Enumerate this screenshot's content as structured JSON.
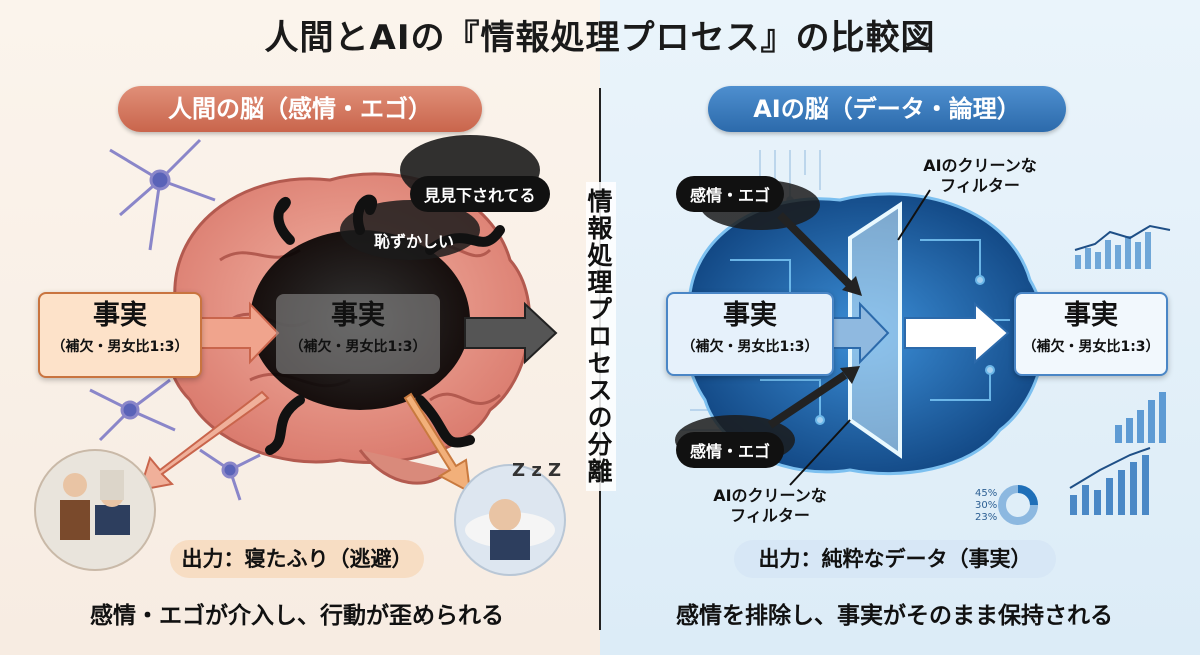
{
  "title": "人間とAIの『情報処理プロセス』の比較図",
  "left_panel": {
    "header": "人間の脳（感情・エゴ）",
    "fact_title": "事実",
    "fact_detail": "（補欠・男女比1:3）",
    "fact_title_inner": "事実",
    "fact_detail_inner": "（補欠・男女比1:3）",
    "thought_1": "見見下されてる",
    "thought_2": "恥ずかしい",
    "output": "出力：寝たふり（逃避）",
    "caption": "感情・エゴが介入し、行動が歪められる"
  },
  "center_label": "情報処理プロセスの分離",
  "right_panel": {
    "header": "AIの脳（データ・論理）",
    "emotion_top": "感情・エゴ",
    "emotion_bottom": "感情・エゴ",
    "filter_label_top_line1": "AIのクリーンな",
    "filter_label_top_line2": "フィルター",
    "filter_label_bottom_line1": "AIのクリーンな",
    "filter_label_bottom_line2": "フィルター",
    "fact_title": "事実",
    "fact_detail": "（補欠・男女比1:3）",
    "fact_out_title": "事実",
    "fact_out_detail": "（補欠・男女比1:3）",
    "output": "出力：純粋なデータ（事実）",
    "caption": "感情を排除し、事実がそのまま保持される",
    "mini_stats": [
      "45%",
      "30%",
      "23%"
    ]
  },
  "sleep_text": "Z z Z",
  "colors": {
    "left_accent": "#c9654c",
    "right_accent": "#2c6aab",
    "brain_pink": "#e8998a",
    "circuit_blue": "#1f6fb8"
  }
}
